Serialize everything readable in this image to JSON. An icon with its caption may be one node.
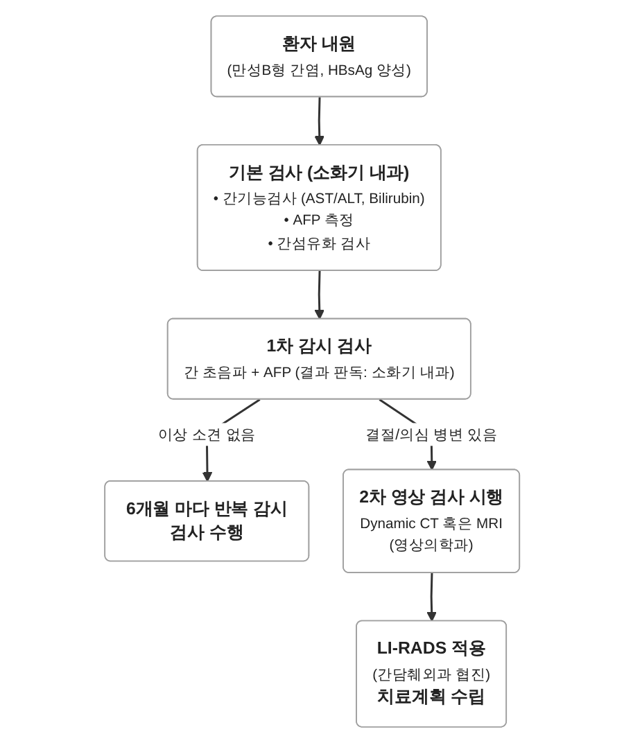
{
  "diagram": {
    "nodes": [
      {
        "text": [
          "환자 내원",
          "(만성B형 간염, HBsAg 양성)"
        ]
      },
      {
        "text": [
          "기본 검사 (소화기 내과)",
          "• 간기능검사 (AST/ALT, Bilirubin)",
          "• AFP 측정",
          "• 간섬유화 검사"
        ]
      },
      {
        "text": [
          "1차 감시 검사",
          "간 초음파 + AFP (결과 판독: 소화기 내과)"
        ]
      },
      {
        "text": [
          "6개월 마다 반복 감시 검사 수행"
        ]
      },
      {
        "text": [
          "2차 영상 검사 시행",
          "Dynamic CT 혹은 MRI",
          "(영상의학과)"
        ]
      },
      {
        "text": [
          "LI-RADS 적용",
          "(간담췌외과 협진)",
          "치료계획 수립"
        ]
      }
    ],
    "edges": [
      {
        "from": 0,
        "to": 1,
        "arrow": "to"
      },
      {
        "from": 1,
        "to": 2,
        "arrow": "to"
      },
      {
        "from": 2,
        "to": 3,
        "arrow": "to",
        "label": "이상 소견 없음"
      },
      {
        "from": 2,
        "to": 4,
        "arrow": "to",
        "label": "결절/의심 병변 있음"
      },
      {
        "from": 4,
        "to": 5,
        "arrow": "to"
      }
    ]
  }
}
